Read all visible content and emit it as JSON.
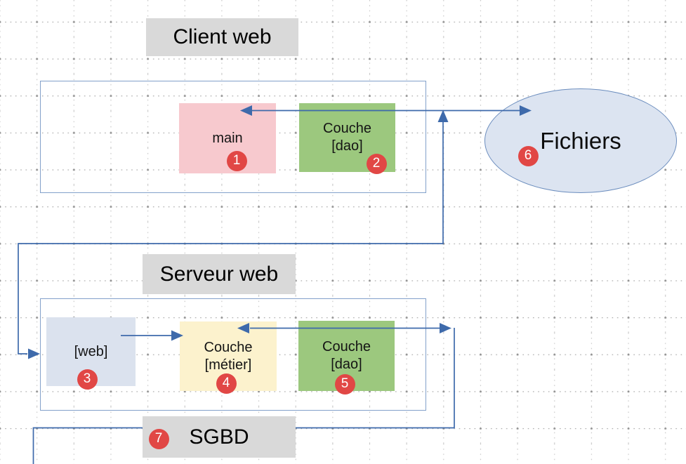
{
  "diagram": {
    "client": {
      "title": "Client web"
    },
    "serveur": {
      "title": "Serveur web"
    },
    "sgbd": {
      "title": "SGBD",
      "badge": "7"
    },
    "nodes": {
      "main": {
        "line1": "main",
        "badge": "1"
      },
      "client_dao": {
        "line1": "Couche",
        "line2": "[dao]",
        "badge": "2"
      },
      "web": {
        "line1": "[web]",
        "badge": "3"
      },
      "metier": {
        "line1": "Couche",
        "line2": "[métier]",
        "badge": "4"
      },
      "serveur_dao": {
        "line1": "Couche",
        "line2": "[dao]",
        "badge": "5"
      },
      "fichiers": {
        "line1": "Fichiers",
        "badge": "6"
      }
    },
    "colors": {
      "title_bg": "#d9d9d9",
      "main_fill": "#f7c9ce",
      "dao_fill": "#9cc87e",
      "metier_fill": "#fcf2cd",
      "web_fill": "#dbe2ee",
      "ellipse_fill": "#dce4f1",
      "ellipse_border": "#6b8dbe",
      "container_border": "#82a0ca",
      "connector": "#3e6aab",
      "badge_fill": "#e14745"
    }
  }
}
